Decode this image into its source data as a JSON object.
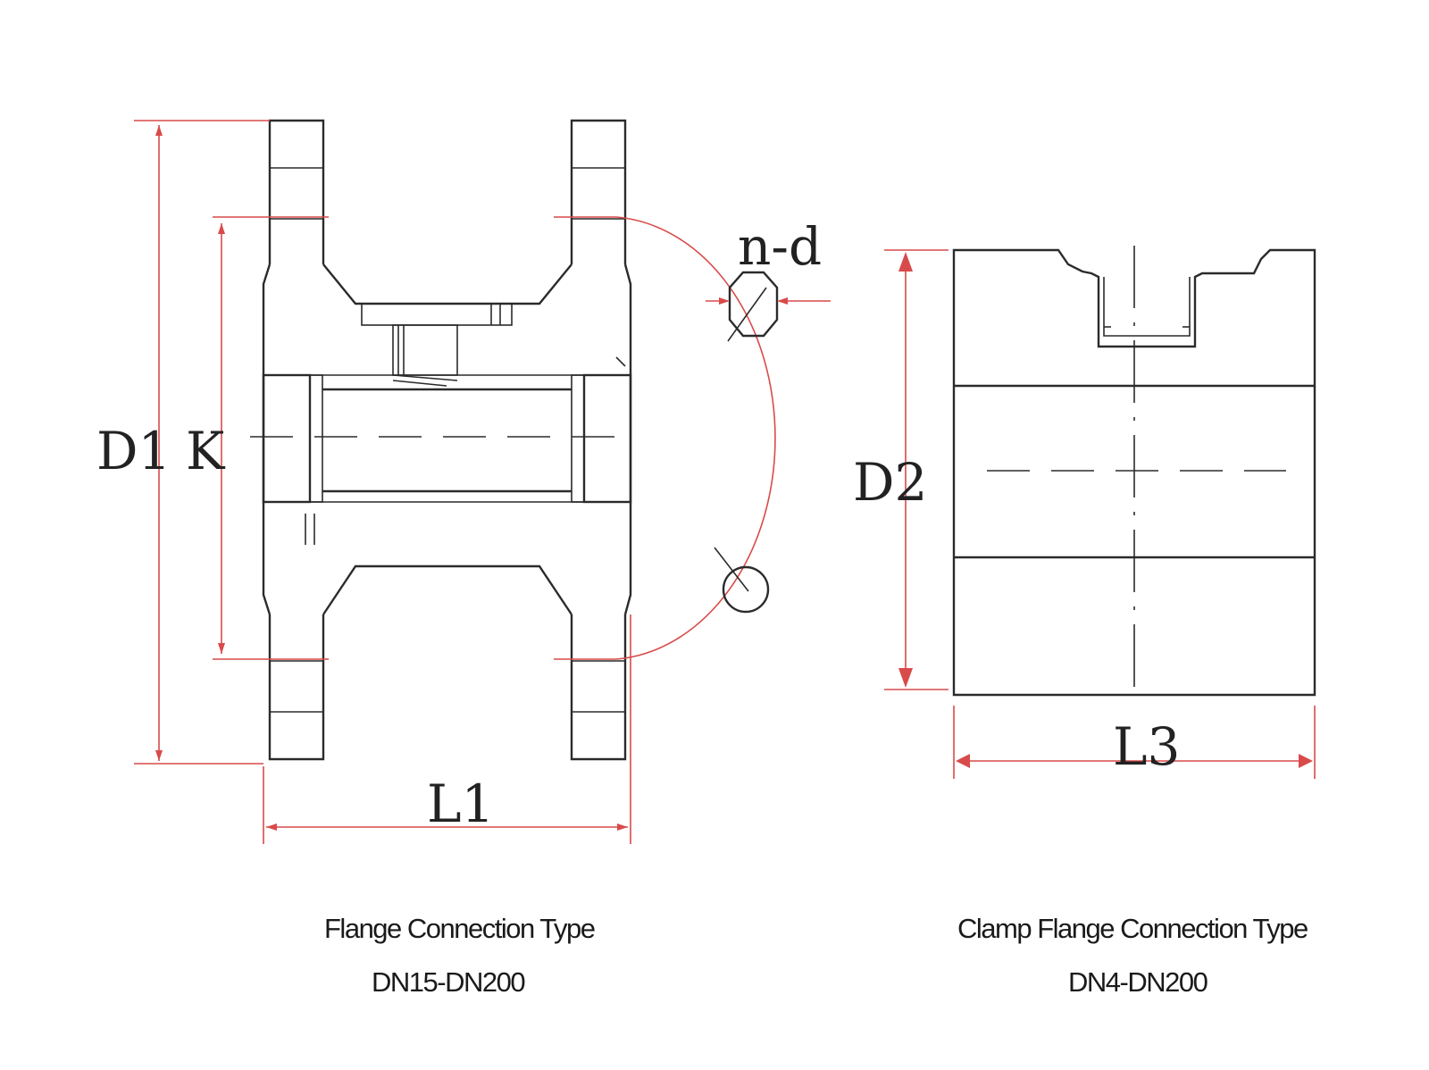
{
  "dimension_labels": {
    "d1": "D1",
    "k": "K",
    "nd": "n-d",
    "l1": "L1",
    "d2": "D2",
    "l3": "L3"
  },
  "captions": {
    "flange_title": "Flange Connection Type",
    "flange_range": "DN15-DN200",
    "clamp_title": "Clamp Flange Connection  Type",
    "clamp_range": "DN4-DN200"
  },
  "colors": {
    "outline": "#2b2b2b",
    "dimension": "#d94a4a"
  }
}
